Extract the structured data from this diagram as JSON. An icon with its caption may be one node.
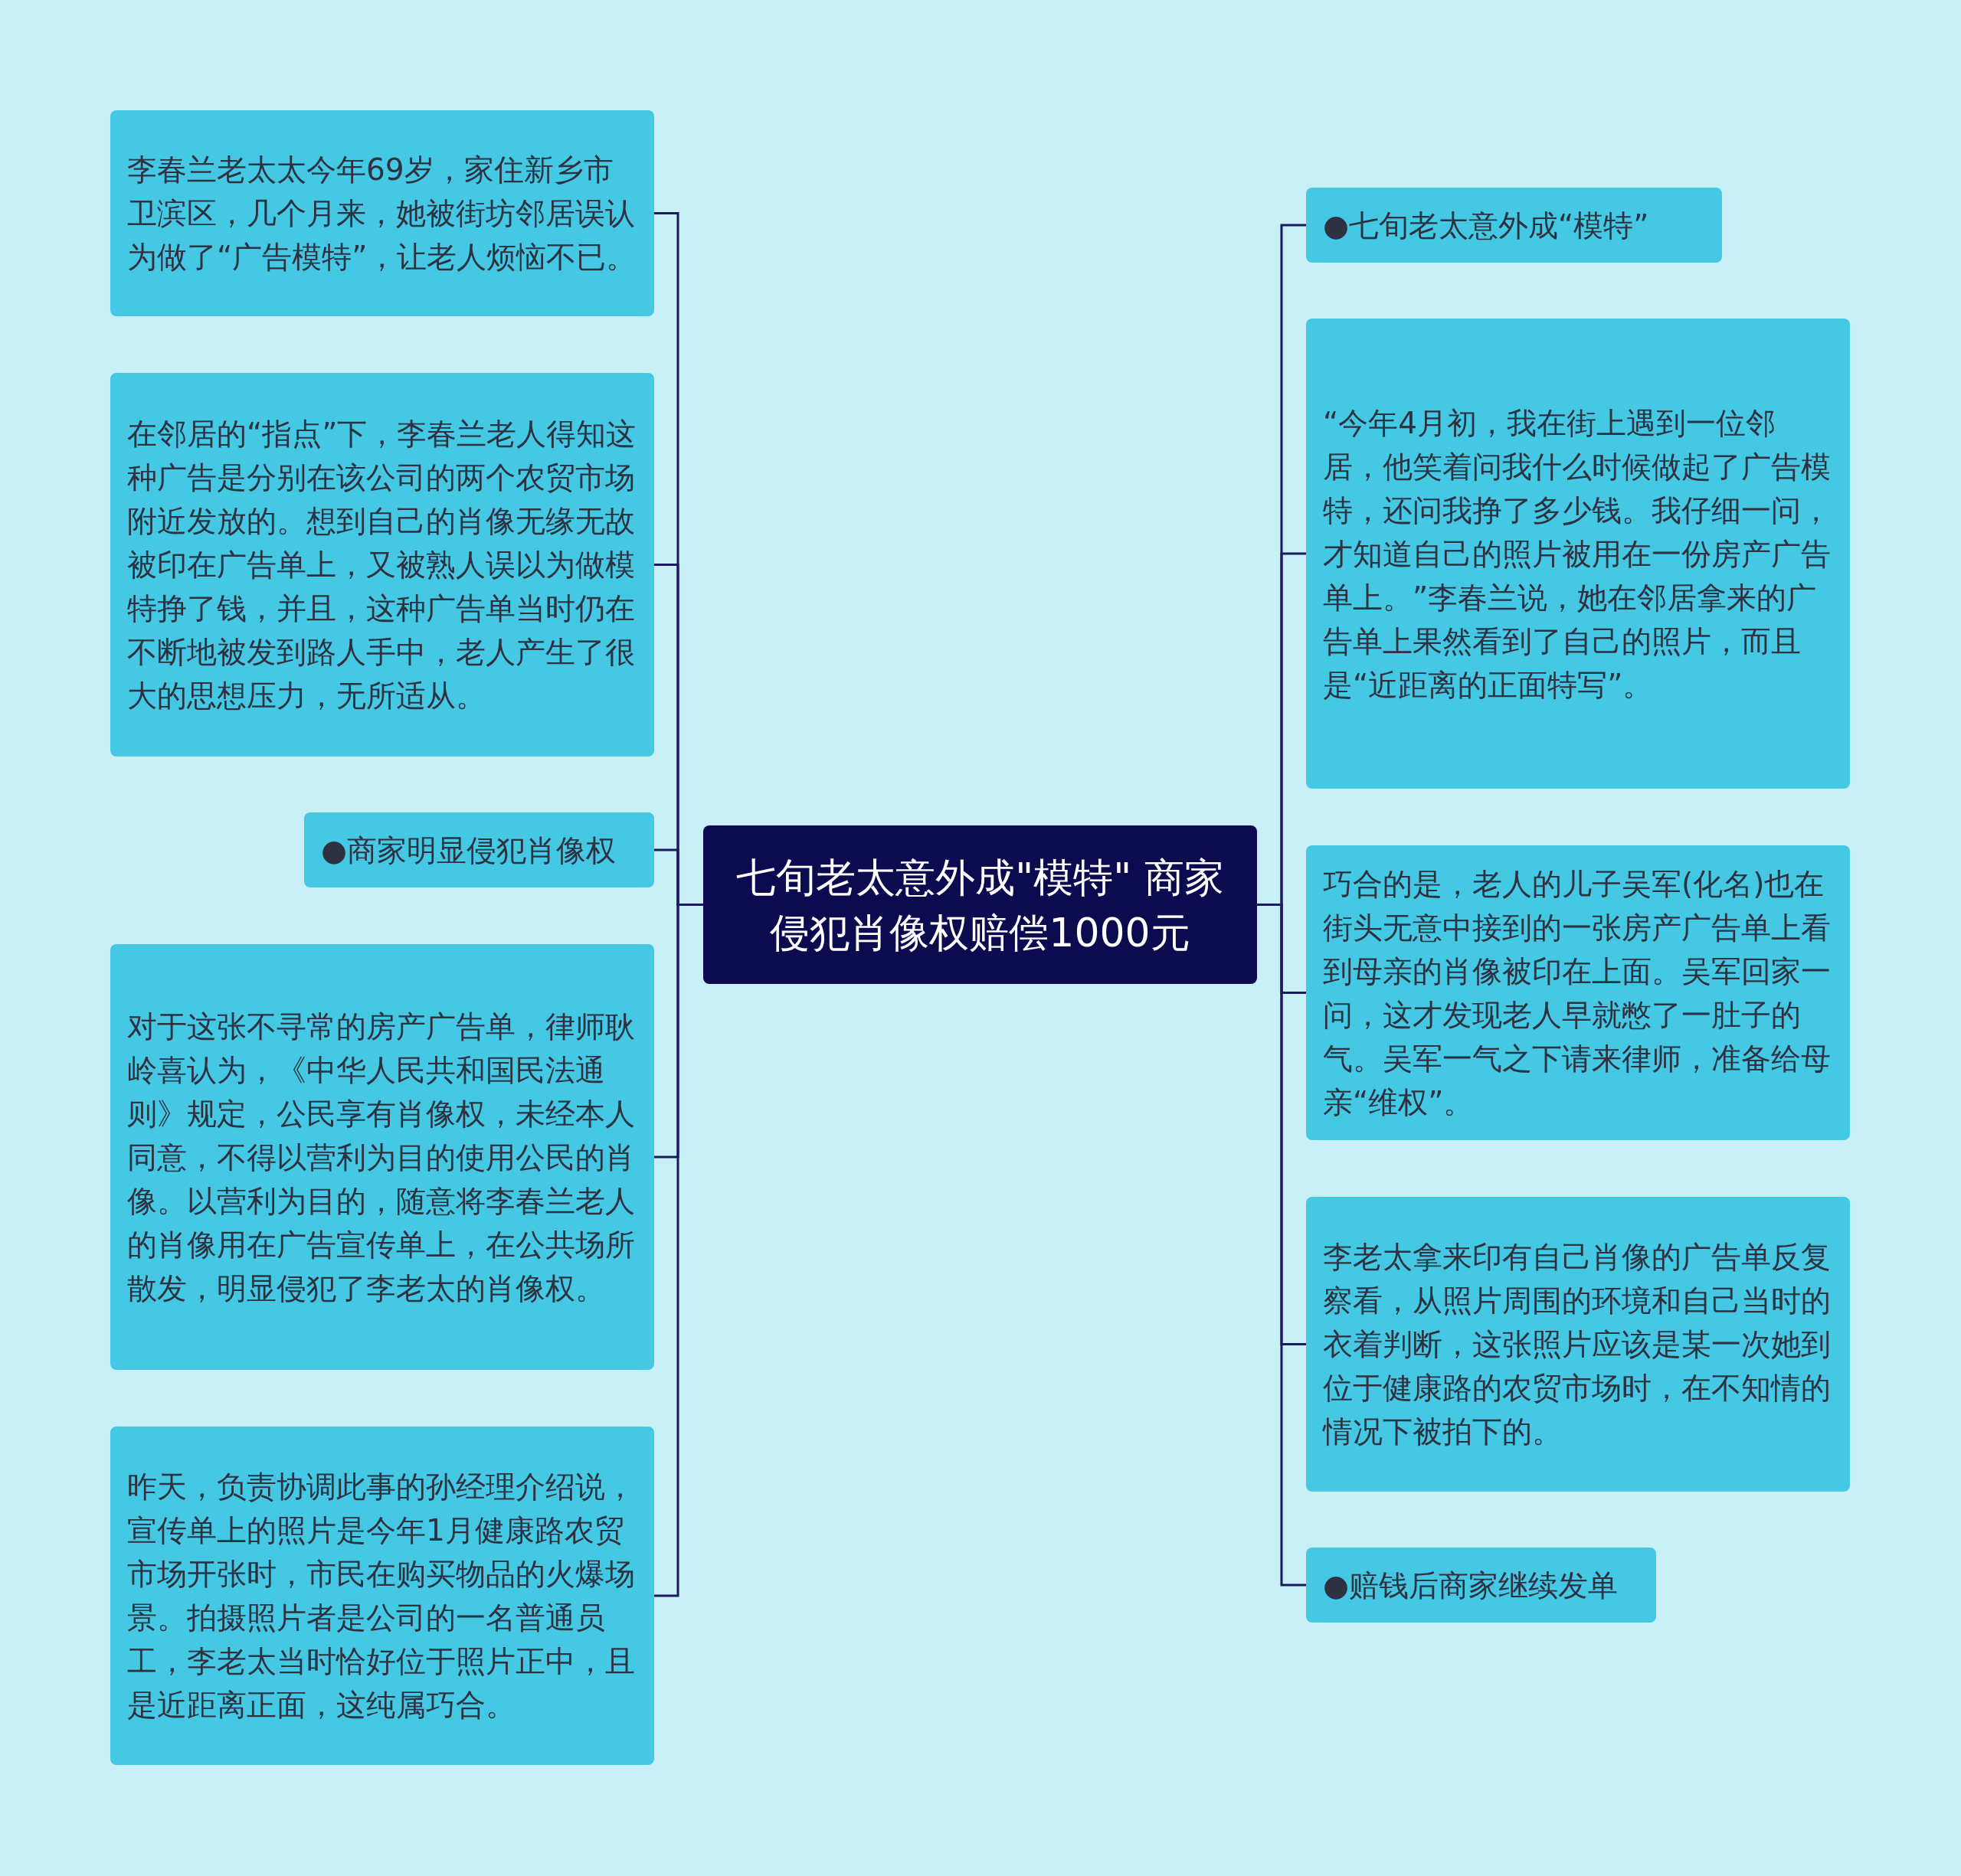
{
  "diagram": {
    "nodes": [
      {
        "text": [
          "七旬老太意外成\"模特\" 商家侵犯肖像权赔偿1000元"
        ]
      },
      {
        "text": [
          "李春兰老太太今年69岁，家住新乡市卫滨区，几个月来，她被街坊邻居误认为做了“广告模特”，让老人烦恼不已。"
        ]
      },
      {
        "text": [
          "在邻居的“指点”下，李春兰老人得知这种广告是分别在该公司的两个农贸市场附近发放的。想到自己的肖像无缘无故被印在广告单上，又被熟人误以为做模特挣了钱，并且，这种广告单当时仍在不断地被发到路人手中，老人产生了很大的思想压力，无所适从。"
        ]
      },
      {
        "text": [
          "●商家明显侵犯肖像权"
        ]
      },
      {
        "text": [
          "对于这张不寻常的房产广告单，律师耿岭喜认为，《中华人民共和国民法通则》规定，公民享有肖像权，未经本人同意，不得以营利为目的使用公民的肖像。以营利为目的，随意将李春兰老人的肖像用在广告宣传单上，在公共场所散发，明显侵犯了李老太的肖像权。"
        ]
      },
      {
        "text": [
          "昨天，负责协调此事的孙经理介绍说，宣传单上的照片是今年1月健康路农贸市场开张时，市民在购买物品的火爆场景。拍摄照片者是公司的一名普通员工，李老太当时恰好位于照片正中，且是近距离正面，这纯属巧合。"
        ]
      },
      {
        "text": [
          "●七旬老太意外成“模特”"
        ]
      },
      {
        "text": [
          "“今年4月初，我在街上遇到一位邻居，他笑着问我什么时候做起了广告模特，还问我挣了多少钱。我仔细一问，才知道自己的照片被用在一份房产广告单上。”李春兰说，她在邻居拿来的广告单上果然看到了自己的照片，而且是“近距离的正面特写”。"
        ]
      },
      {
        "text": [
          "巧合的是，老人的儿子吴军(化名)也在街头无意中接到的一张房产广告单上看到母亲的肖像被印在上面。吴军回家一问，这才发现老人早就憋了一肚子的气。吴军一气之下请来律师，准备给母亲“维权”。"
        ]
      },
      {
        "text": [
          "李老太拿来印有自己肖像的广告单反复察看，从照片周围的环境和自己当时的衣着判断，这张照片应该是某一次她到位于健康路的农贸市场时，在不知情的情况下被拍下的。"
        ]
      },
      {
        "text": [
          "●赔钱后商家继续发单"
        ]
      }
    ],
    "edges": [
      {
        "from": 0,
        "to": 1,
        "arrow": "none"
      },
      {
        "from": 0,
        "to": 2,
        "arrow": "none"
      },
      {
        "from": 0,
        "to": 3,
        "arrow": "none"
      },
      {
        "from": 0,
        "to": 4,
        "arrow": "none"
      },
      {
        "from": 0,
        "to": 5,
        "arrow": "none"
      },
      {
        "from": 0,
        "to": 6,
        "arrow": "none"
      },
      {
        "from": 0,
        "to": 7,
        "arrow": "none"
      },
      {
        "from": 0,
        "to": 8,
        "arrow": "none"
      },
      {
        "from": 0,
        "to": 9,
        "arrow": "none"
      },
      {
        "from": 0,
        "to": 10,
        "arrow": "none"
      }
    ]
  }
}
